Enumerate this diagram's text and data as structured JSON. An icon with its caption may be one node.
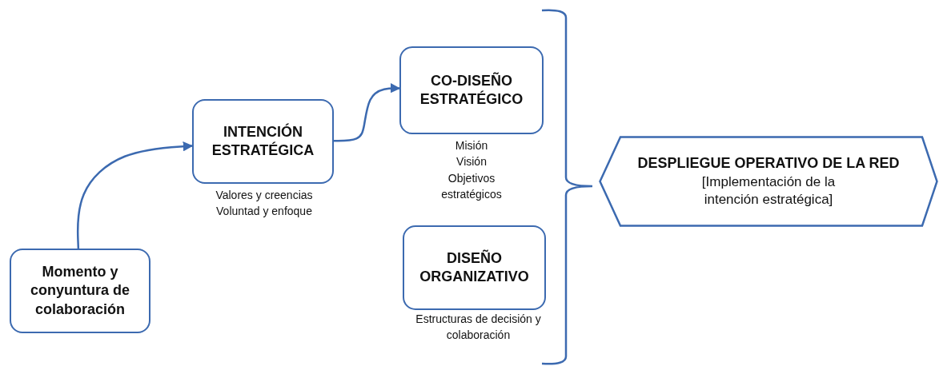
{
  "diagram": {
    "nodes": [
      {
        "text": [
          "Momento y conyuntura de colaboración"
        ]
      },
      {
        "text": [
          "INTENCIÓN ESTRATÉGICA"
        ],
        "beside": [
          "Valores y creencias",
          "Voluntad y enfoque"
        ]
      },
      {
        "text": [
          "CO-DISEÑO ESTRATÉGICO"
        ],
        "beside": [
          "Misión",
          "Visión",
          "Objetivos estratégicos"
        ]
      },
      {
        "text": [
          "DISEÑO ORGANIZATIVO"
        ],
        "beside": [
          "Estructuras de decisión y colaboración"
        ]
      },
      {
        "text": [
          "DESPLIEGUE OPERATIVO DE LA RED",
          "[Implementación de la intención estratégica]"
        ]
      }
    ],
    "edges": [
      {
        "from": 0,
        "to": 1,
        "arrow": "to"
      },
      {
        "from": 1,
        "to": 2,
        "arrow": "to"
      }
    ]
  }
}
